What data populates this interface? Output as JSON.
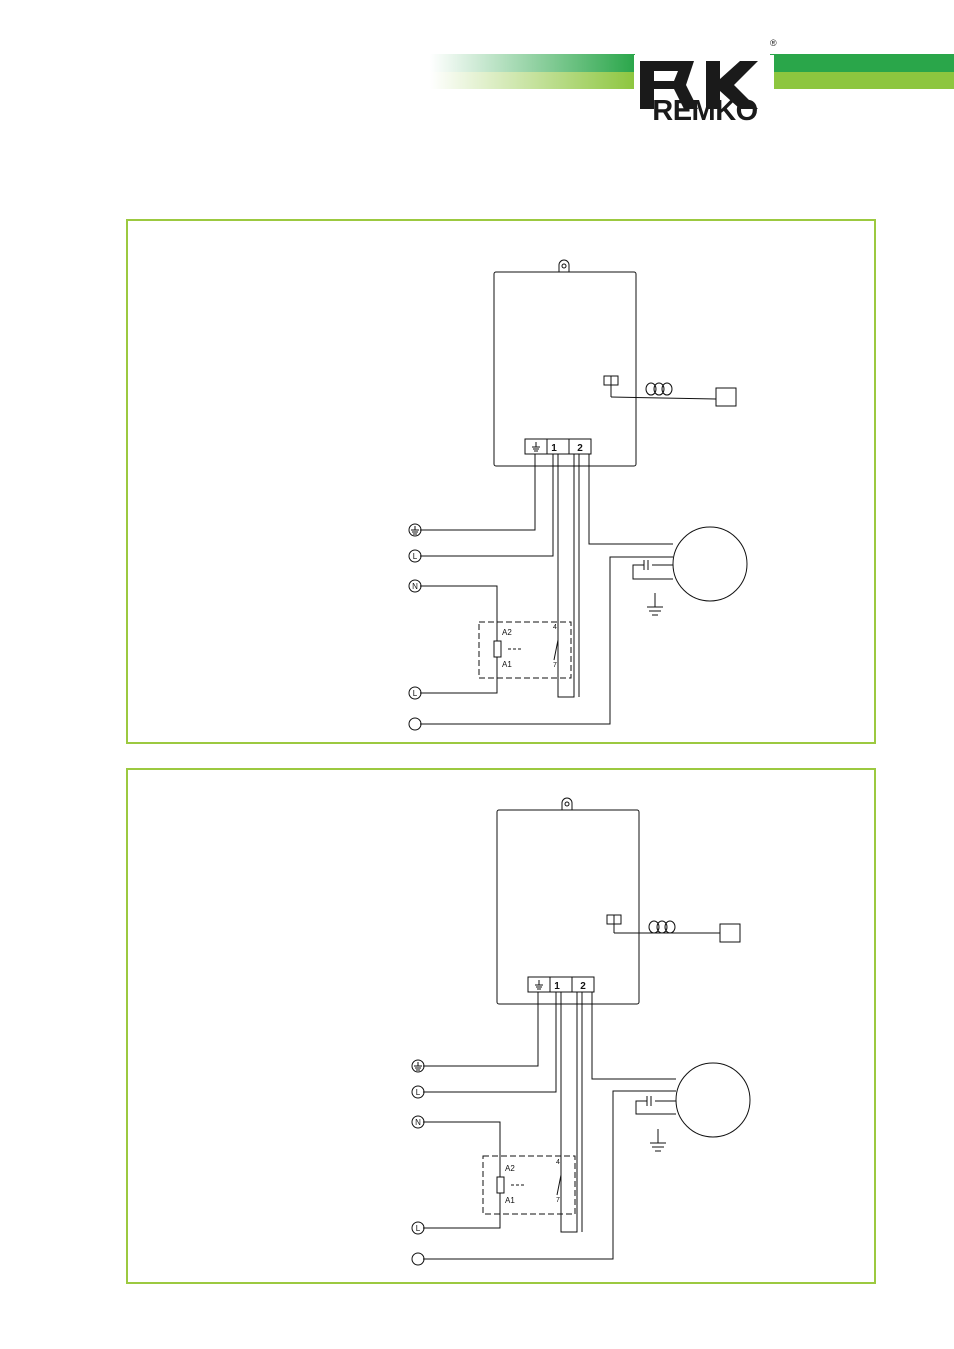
{
  "brand": {
    "name": "REMKO",
    "registered_mark": "®",
    "colors": {
      "green_dark": "#2aa64a",
      "green_light": "#8dc63f",
      "panel_border": "#9cc940"
    }
  },
  "diagrams": [
    {
      "terminals": [
        "1",
        "2"
      ],
      "earth_terminal_icon": "earth-icon",
      "supply_labels": {
        "earth": "⏚",
        "line_1": "L",
        "neutral": "N",
        "line_2": "L",
        "blank": ""
      },
      "relay": {
        "coil_top": "A2",
        "coil_bottom": "A1",
        "contact_top": "4",
        "contact_bottom": "7"
      }
    },
    {
      "terminals": [
        "1",
        "2"
      ],
      "earth_terminal_icon": "earth-icon",
      "supply_labels": {
        "earth": "⏚",
        "line_1": "L",
        "neutral": "N",
        "line_2": "L",
        "blank": ""
      },
      "relay": {
        "coil_top": "A2",
        "coil_bottom": "A1",
        "contact_top": "4",
        "contact_bottom": "7"
      }
    }
  ]
}
